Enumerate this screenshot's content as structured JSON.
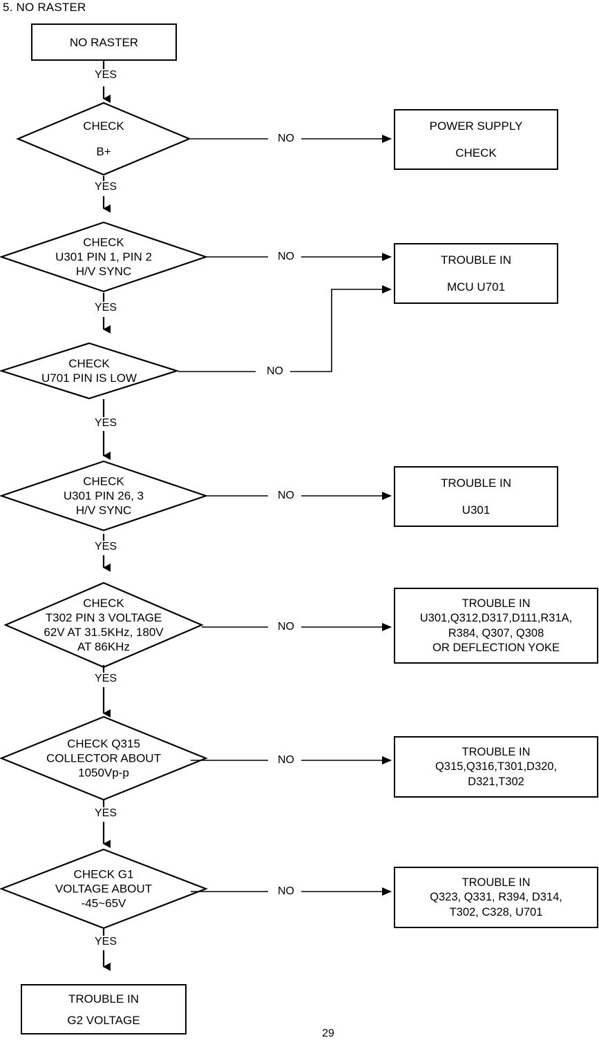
{
  "page": {
    "section_title": "5. NO RASTER",
    "page_number": "29"
  },
  "chart_data": {
    "type": "diagram",
    "diagram_kind": "flowchart",
    "title": "5. NO RASTER",
    "nodes": [
      {
        "id": "start",
        "shape": "rectangle",
        "lines": [
          "NO RASTER"
        ]
      },
      {
        "id": "d1",
        "shape": "diamond",
        "lines": [
          "CHECK",
          "B+"
        ]
      },
      {
        "id": "d2",
        "shape": "diamond",
        "lines": [
          "CHECK",
          "U301 PIN 1, PIN 2",
          "H/V SYNC"
        ]
      },
      {
        "id": "d3",
        "shape": "diamond",
        "lines": [
          "CHECK",
          "U701 PIN IS LOW"
        ]
      },
      {
        "id": "d4",
        "shape": "diamond",
        "lines": [
          "CHECK",
          "U301 PIN 26, 3",
          "H/V SYNC"
        ]
      },
      {
        "id": "d5",
        "shape": "diamond",
        "lines": [
          "CHECK",
          "T302 PIN 3 VOLTAGE",
          "62V AT 31.5KHz, 180V",
          "AT 86KHz"
        ]
      },
      {
        "id": "d6",
        "shape": "diamond",
        "lines": [
          "CHECK Q315",
          "COLLECTOR ABOUT",
          "1050Vp-p"
        ]
      },
      {
        "id": "d7",
        "shape": "diamond",
        "lines": [
          "CHECK G1",
          "VOLTAGE ABOUT",
          "-45~65V"
        ]
      },
      {
        "id": "r1",
        "shape": "rectangle",
        "lines": [
          "POWER SUPPLY",
          "CHECK"
        ]
      },
      {
        "id": "r2",
        "shape": "rectangle",
        "lines": [
          "TROUBLE IN",
          "MCU U701"
        ]
      },
      {
        "id": "r3",
        "shape": "rectangle",
        "lines": [
          "TROUBLE IN",
          "U301"
        ]
      },
      {
        "id": "r4",
        "shape": "rectangle",
        "lines": [
          "TROUBLE IN",
          "U301,Q312,D317,D111,R31A,",
          "R384, Q307, Q308",
          "OR DEFLECTION YOKE"
        ]
      },
      {
        "id": "r5",
        "shape": "rectangle",
        "lines": [
          "TROUBLE IN",
          "Q315,Q316,T301,D320,",
          "D321,T302"
        ]
      },
      {
        "id": "r6",
        "shape": "rectangle",
        "lines": [
          "TROUBLE IN",
          "Q323, Q331, R394, D314,",
          "T302, C328, U701"
        ]
      },
      {
        "id": "end",
        "shape": "rectangle",
        "lines": [
          "TROUBLE IN",
          "G2 VOLTAGE"
        ]
      }
    ],
    "edges": [
      {
        "from": "start",
        "to": "d1",
        "label": "YES"
      },
      {
        "from": "d1",
        "to": "r1",
        "label": "NO"
      },
      {
        "from": "d1",
        "to": "d2",
        "label": "YES"
      },
      {
        "from": "d2",
        "to": "r2",
        "label": "NO"
      },
      {
        "from": "d2",
        "to": "d3",
        "label": "YES"
      },
      {
        "from": "d3",
        "to": "r2",
        "label": "NO"
      },
      {
        "from": "d3",
        "to": "d4",
        "label": "YES"
      },
      {
        "from": "d4",
        "to": "r3",
        "label": "NO"
      },
      {
        "from": "d4",
        "to": "d5",
        "label": "YES"
      },
      {
        "from": "d5",
        "to": "r4",
        "label": "NO"
      },
      {
        "from": "d5",
        "to": "d6",
        "label": "YES"
      },
      {
        "from": "d6",
        "to": "r5",
        "label": "NO"
      },
      {
        "from": "d6",
        "to": "d7",
        "label": "YES"
      },
      {
        "from": "d7",
        "to": "r6",
        "label": "NO"
      },
      {
        "from": "d7",
        "to": "end",
        "label": "YES"
      }
    ]
  },
  "nodes": {
    "start": {
      "l1": "NO RASTER"
    },
    "d1": {
      "l1": "CHECK",
      "l2": "B+"
    },
    "d2": {
      "l1": "CHECK",
      "l2": "U301 PIN 1, PIN 2",
      "l3": "H/V SYNC"
    },
    "d3": {
      "l1": "CHECK",
      "l2": "U701 PIN IS LOW"
    },
    "d4": {
      "l1": "CHECK",
      "l2": "U301 PIN 26, 3",
      "l3": "H/V SYNC"
    },
    "d5": {
      "l1": "CHECK",
      "l2": "T302 PIN 3 VOLTAGE",
      "l3": "62V AT 31.5KHz, 180V",
      "l4": "AT 86KHz"
    },
    "d6": {
      "l1": "CHECK Q315",
      "l2": "COLLECTOR ABOUT",
      "l3": "1050Vp-p"
    },
    "d7": {
      "l1": "CHECK G1",
      "l2": "VOLTAGE ABOUT",
      "l3": "-45~65V"
    },
    "r1": {
      "l1": "POWER SUPPLY",
      "l2": "CHECK"
    },
    "r2": {
      "l1": "TROUBLE IN",
      "l2": "MCU U701"
    },
    "r3": {
      "l1": "TROUBLE IN",
      "l2": "U301"
    },
    "r4": {
      "l1": "TROUBLE IN",
      "l2": "U301,Q312,D317,D111,R31A,",
      "l3": "R384, Q307, Q308",
      "l4": "OR DEFLECTION YOKE"
    },
    "r5": {
      "l1": "TROUBLE IN",
      "l2": "Q315,Q316,T301,D320,",
      "l3": "D321,T302"
    },
    "r6": {
      "l1": "TROUBLE IN",
      "l2": "Q323, Q331, R394, D314,",
      "l3": "T302, C328, U701"
    },
    "end": {
      "l1": "TROUBLE IN",
      "l2": "G2 VOLTAGE"
    }
  },
  "labels": {
    "yes1": "YES",
    "yes2": "YES",
    "yes3": "YES",
    "yes4": "YES",
    "yes5": "YES",
    "yes6": "YES",
    "yes7": "YES",
    "yes8": "YES",
    "no1": "NO",
    "no2": "NO",
    "no3": "NO",
    "no4": "NO",
    "no5": "NO",
    "no6": "NO",
    "no7": "NO"
  },
  "colors": {
    "stroke": "#000000",
    "background": "#ffffff",
    "text": "#000000"
  }
}
